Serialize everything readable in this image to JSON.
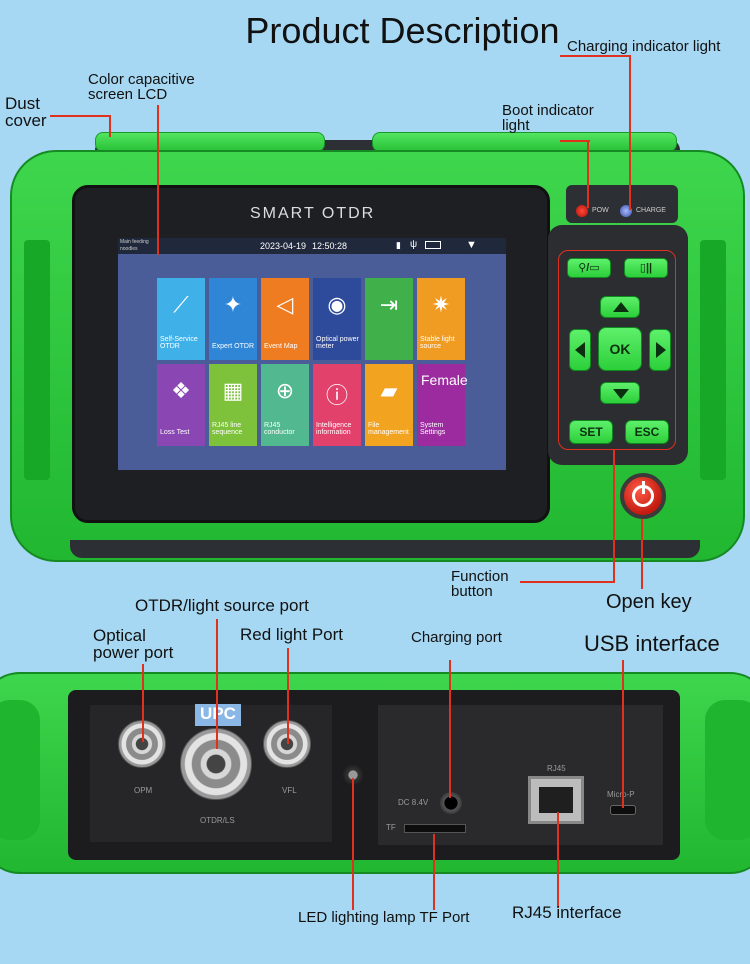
{
  "title": "Product Description",
  "labels": {
    "charging_indicator": "Charging indicator light",
    "color_lcd": [
      "Color capacitive",
      "screen LCD"
    ],
    "dust_cover": [
      "Dust",
      "cover"
    ],
    "boot_indicator": [
      "Boot indicator",
      "light"
    ],
    "function_button": [
      "Function",
      "button"
    ],
    "open_key": "Open key",
    "otdr_port": "OTDR/light source port",
    "optical_power_port": [
      "Optical",
      "power port"
    ],
    "red_light_port": "Red light Port",
    "charging_port": "Charging port",
    "usb_interface": "USB interface",
    "led_tf": "LED lighting lamp TF Port",
    "rj45": "RJ45 interface"
  },
  "device": {
    "brand": "SMART OTDR",
    "status_left": [
      "Main feeding",
      "noodles"
    ],
    "date": "2023-04-19",
    "time": "12:50:28",
    "led_pow": "POW",
    "led_charge": "CHARGE",
    "keys": {
      "ok": "OK",
      "set": "SET",
      "esc": "ESC",
      "k1": "⚲/▭",
      "k2": "▯||"
    },
    "tiles": [
      {
        "label": "Self-Service OTDR",
        "color": "#3fb0e8",
        "icon": "⟋"
      },
      {
        "label": "Expert OTDR",
        "color": "#2f86d6",
        "icon": "✦"
      },
      {
        "label": "Event Map",
        "color": "#f07c21",
        "icon": "◁"
      },
      {
        "label": "Optical power meter",
        "color": "#2e4a9b",
        "icon": "◉"
      },
      {
        "label": "",
        "color": "#3fb04a",
        "icon": "⇥"
      },
      {
        "label": "Stable light source",
        "color": "#f09b21",
        "icon": "✷"
      },
      {
        "label": "Loss Test",
        "color": "#8a47b3",
        "icon": "❖"
      },
      {
        "label": "RJ45 line sequence",
        "color": "#7dc23a",
        "icon": "▦"
      },
      {
        "label": "RJ45 conductor",
        "color": "#52b88f",
        "icon": "⊕"
      },
      {
        "label": "Intelligence information",
        "color": "#e2416c",
        "icon": "ⓘ"
      },
      {
        "label": "File management",
        "color": "#f2a31f",
        "icon": "▰"
      },
      {
        "label": "System Settings",
        "color": "#9b2b9e",
        "icon": ""
      }
    ],
    "tile_overlay": "Female"
  },
  "bottom": {
    "upc": "UPC",
    "opm": "OPM",
    "otdr_ls": "OTDR/LS",
    "vfl": "VFL",
    "dc": "DC 8.4V",
    "tf": "TF",
    "rj45_small": "RJ45",
    "micro": "Micro-P"
  }
}
